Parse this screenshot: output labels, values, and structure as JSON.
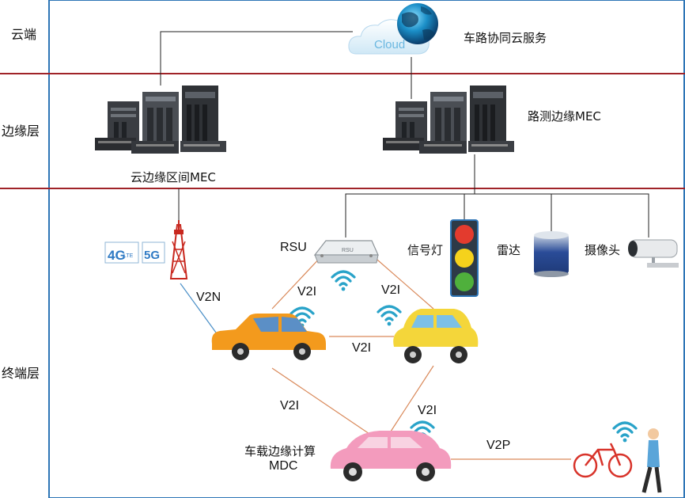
{
  "layers": {
    "cloud": "云端",
    "edge": "边缘层",
    "terminal": "终端层"
  },
  "cloud": {
    "logo_text": "Cloud",
    "service_label": "车路协同云服务"
  },
  "edge": {
    "cloud_edge_mec": "云边缘区间MEC",
    "roadside_mec": "路测边缘MEC"
  },
  "terminal": {
    "badge_4g": "4G",
    "badge_4g_sub": "LTE",
    "badge_5g": "5G",
    "rsu_label": "RSU",
    "rsu_device_text": "RSU",
    "signal_label": "信号灯",
    "radar_label": "雷达",
    "camera_label": "摄像头",
    "mdc_label_1": "车载边缘计算",
    "mdc_label_2": "MDC"
  },
  "links": {
    "v2n": "V2N",
    "v2i_rsu_left": "V2I",
    "v2i_rsu_right": "V2I",
    "v2i_cars": "V2I",
    "v2i_left_pink": "V2I",
    "v2i_right_pink": "V2I",
    "v2p": "V2P"
  },
  "colors": {
    "frame_blue": "#2e75b6",
    "divider_red": "#a02328",
    "link_orange": "#d9895a",
    "wifi_blue": "#29a3c9"
  }
}
